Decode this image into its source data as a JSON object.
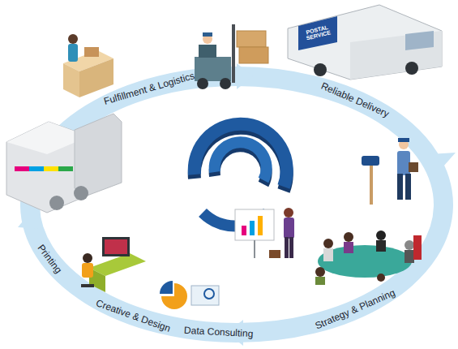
{
  "diagram": {
    "labels": [
      "Fulfillment & Logistics",
      "POSTAL SERVICE",
      "Reliable Delivery",
      "Printing",
      "Strategy & Planning",
      "Creative & Design",
      "Data Consulting"
    ]
  }
}
